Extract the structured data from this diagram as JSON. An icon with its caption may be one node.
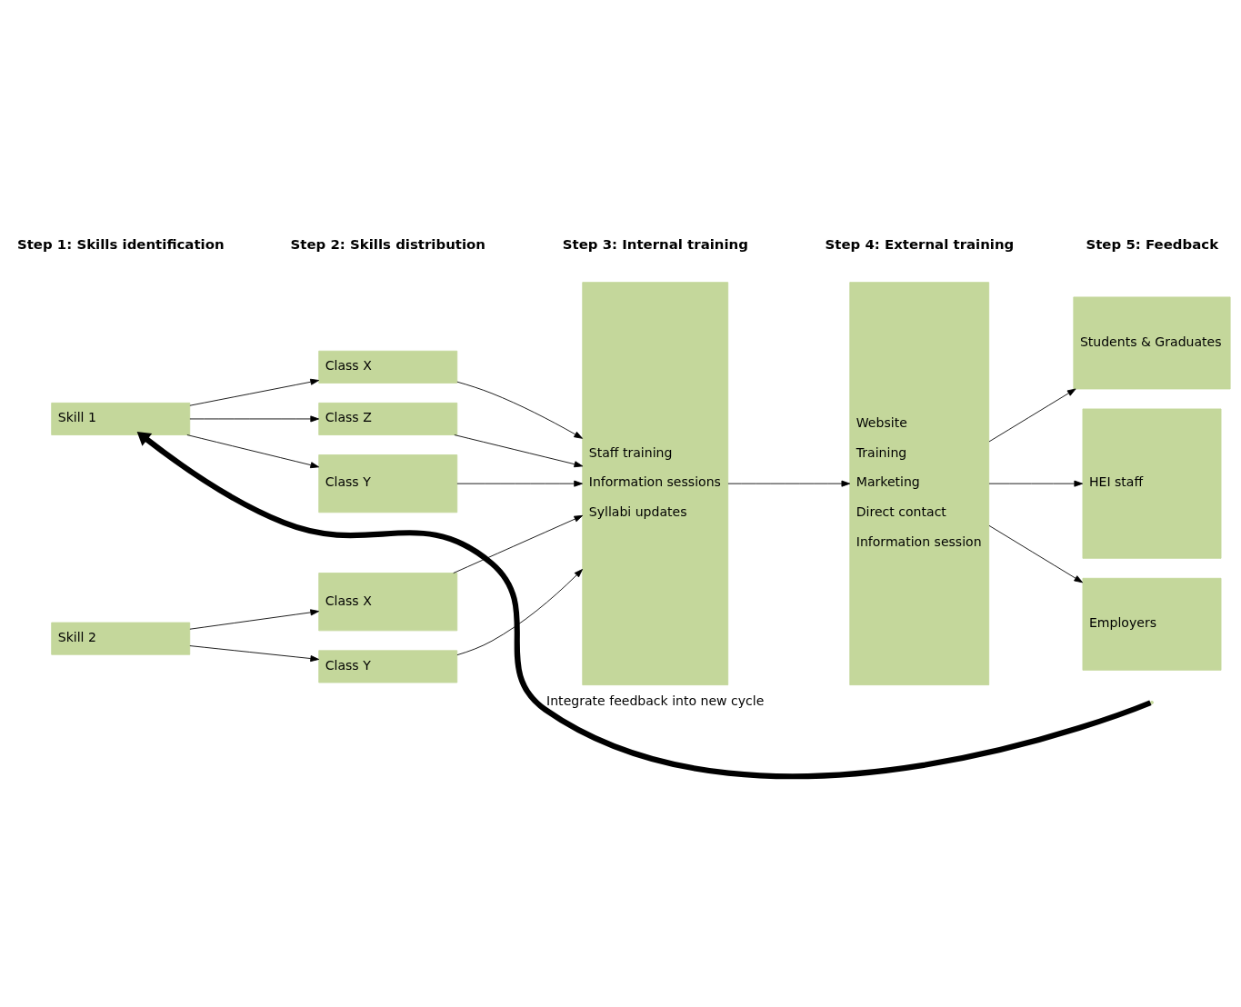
{
  "diagram": {
    "nodes": [
      {
        "text": [
          "Skill 1"
        ]
      },
      {
        "text": [
          "Class X"
        ]
      },
      {
        "text": [
          "Class Z"
        ]
      },
      {
        "text": [
          "Class Y"
        ]
      },
      {
        "text": [
          "Skill 2"
        ]
      },
      {
        "text": [
          "Class X"
        ]
      },
      {
        "text": [
          "Class Y"
        ]
      },
      {
        "text": [
          "Staff training",
          "Information sessions",
          "Syllabi updates"
        ]
      },
      {
        "text": [
          "Website",
          "Training",
          "Marketing",
          "Direct contact",
          "Information session"
        ]
      },
      {
        "text": [
          "Students & Graduates"
        ]
      },
      {
        "text": [
          "HEI staff"
        ]
      },
      {
        "text": [
          "Employers"
        ]
      }
    ],
    "edges": [
      {
        "from": 0,
        "to": 1,
        "arrow": "to"
      },
      {
        "from": 0,
        "to": 2,
        "arrow": "to"
      },
      {
        "from": 0,
        "to": 3,
        "arrow": "to"
      },
      {
        "from": 4,
        "to": 5,
        "arrow": "to"
      },
      {
        "from": 4,
        "to": 6,
        "arrow": "to"
      },
      {
        "from": 1,
        "to": 7,
        "arrow": "to"
      },
      {
        "from": 2,
        "to": 7,
        "arrow": "to"
      },
      {
        "from": 3,
        "to": 7,
        "arrow": "to"
      },
      {
        "from": 5,
        "to": 7,
        "arrow": "to"
      },
      {
        "from": 6,
        "to": 7,
        "arrow": "to"
      },
      {
        "from": 7,
        "to": 8,
        "arrow": "to"
      },
      {
        "from": 8,
        "to": 9,
        "arrow": "to"
      },
      {
        "from": 8,
        "to": 10,
        "arrow": "to"
      },
      {
        "from": 8,
        "to": 11,
        "arrow": "to"
      },
      {
        "from": null,
        "to": 0,
        "arrow": "to",
        "label": "Integrate feedback into new cycle",
        "style": "thick"
      }
    ],
    "labels": [
      "Step 1: Skills identification",
      "Step 2: Skills distribution",
      "Step 3: Internal training",
      "Step 4: External training",
      "Step 5: Feedback"
    ]
  }
}
